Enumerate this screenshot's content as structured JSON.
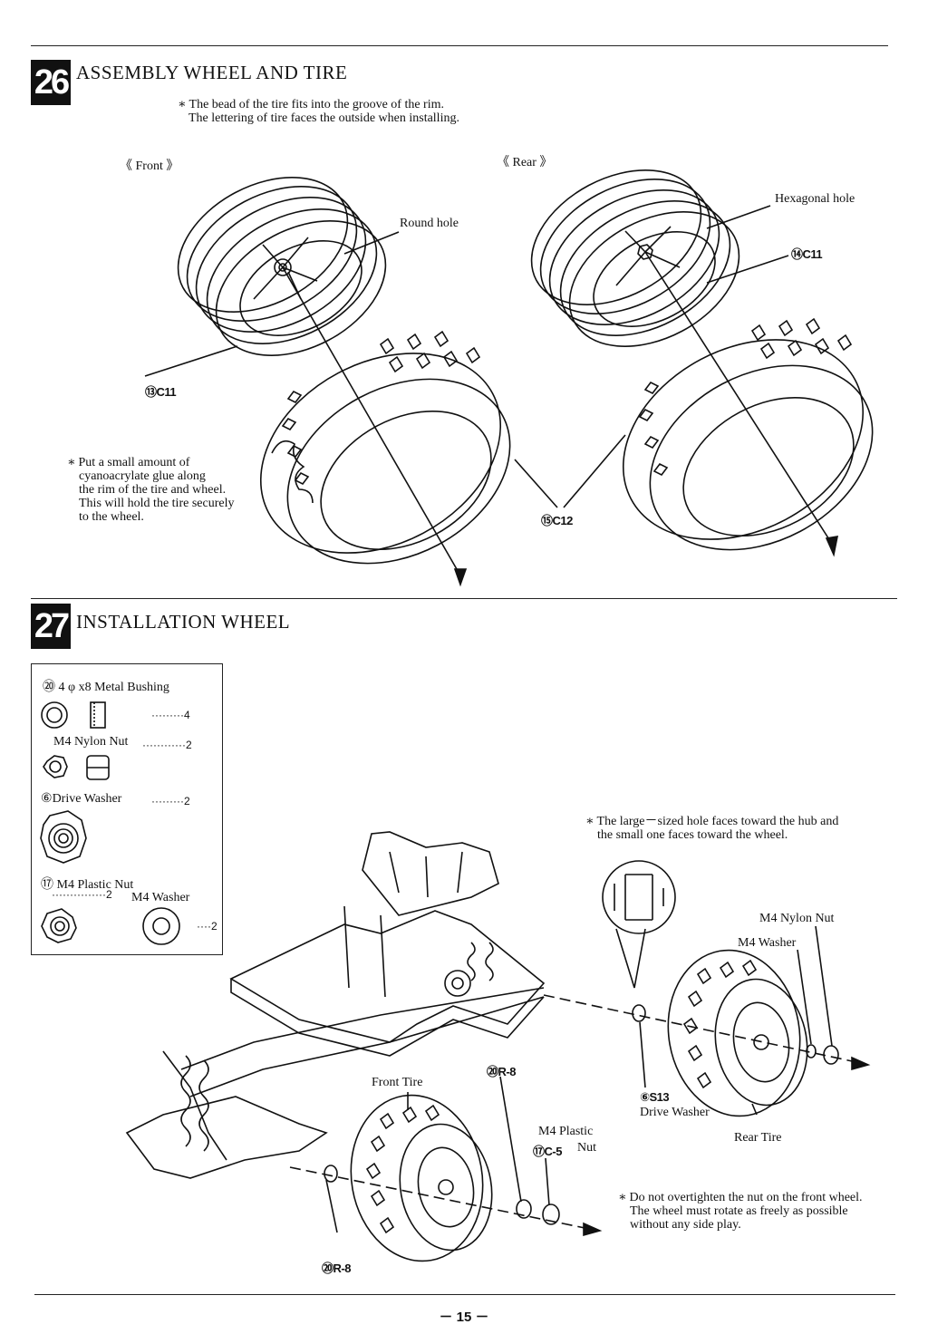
{
  "steps": [
    {
      "number": "26",
      "title": "ASSEMBLY WHEEL AND TIRE",
      "notes": [
        "The bead of the tire fits into the groove of the rim.",
        "The lettering of tire faces the outside when installing."
      ],
      "labels": {
        "front": "Front",
        "rear": "Rear",
        "round_hole": "Round hole",
        "hexagonal_hole": "Hexagonal hole",
        "part_83": "C11",
        "part_84": "C11",
        "part_85": "C12"
      },
      "glue_note": [
        "Put a small amount of",
        "cyanoacrylate glue along",
        "the rim of the tire and wheel.",
        "This will hold the tire securely",
        "to the wheel."
      ]
    },
    {
      "number": "27",
      "title": "INSTALLATION WHEEL",
      "parts_box": {
        "bushing": "4 φ x8 Metal Bushing",
        "bushing_qty": "4",
        "nylon_nut": "M4 Nylon Nut",
        "nylon_nut_qty": "2",
        "drive_washer": "Drive Washer",
        "drive_washer_qty": "2",
        "plastic_nut": "M4 Plastic Nut",
        "plastic_nut_qty": "2",
        "washer": "M4 Washer",
        "washer_qty": "2"
      },
      "hub_note": [
        "The large－sized hole faces toward the hub and",
        "the small one faces toward the wheel."
      ],
      "labels": {
        "m4_nylon_nut": "M4 Nylon Nut",
        "m4_washer": "M4 Washer",
        "part_65": "S13",
        "drive_washer": "Drive Washer",
        "rear_tire": "Rear Tire",
        "front_tire": "Front Tire",
        "part_20_top": "R-8",
        "part_20_bottom": "R-8",
        "m4_plastic": "M4 Plastic",
        "part_47": "C-5",
        "nut": "Nut"
      },
      "front_wheel_note": [
        "Do not overtighten the nut on the front wheel.",
        "The wheel must rotate as freely as possible",
        "without any side play."
      ]
    }
  ],
  "page_number": "－ 15 －"
}
